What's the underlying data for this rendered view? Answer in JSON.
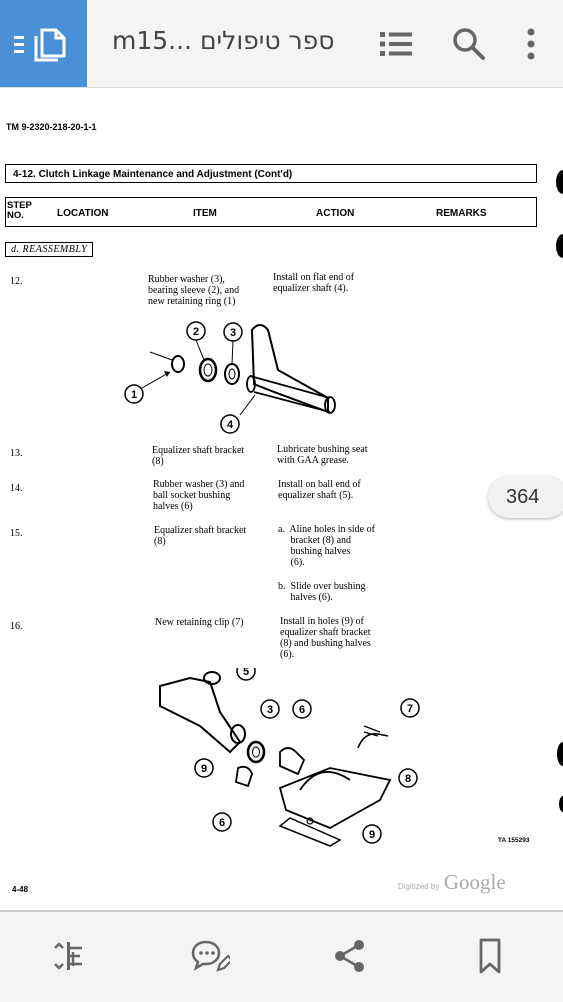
{
  "app_bar": {
    "title": "m15... ספר טיפולים",
    "icons": [
      "documents-icon",
      "list-icon",
      "search-icon",
      "more-vert-icon"
    ]
  },
  "page": {
    "tm_number": "TM 9-2320-218-20-1-1",
    "title": "4-12. Clutch Linkage Maintenance and Adjustment (Cont'd)",
    "headers": {
      "step": "STEP\nNO.",
      "location": "LOCATION",
      "item": "ITEM",
      "action": "ACTION",
      "remarks": "REMARKS"
    },
    "section": "d. REASSEMBLY",
    "steps": [
      {
        "no": "12.",
        "item": "Rubber washer (3),\nbearing sleeve (2), and\nnew retaining ring (1)",
        "action": "Install on flat end of\nequalizer shaft (4)."
      },
      {
        "no": "13.",
        "item": "Equalizer shaft bracket\n(8)",
        "action": "Lubricate bushing seat\nwith GAA grease."
      },
      {
        "no": "14.",
        "item": "Rubber washer (3) and\nball socket bushing\nhalves (6)",
        "action": "Install on ball end of\nequalizer shaft (5)."
      },
      {
        "no": "15.",
        "item": "Equalizer shaft bracket\n(8)",
        "action_a": "a.  Aline holes in side of\n     bracket (8) and\n     bushing halves\n     (6).",
        "action_b": "b.  Slide over bushing\n     halves (6)."
      },
      {
        "no": "16.",
        "item": "New retaining clip (7)",
        "action": "Install in holes (9) of\nequalizer shaft bracket\n(8) and bushing halves\n(6)."
      }
    ],
    "callouts_fig1": [
      "1",
      "2",
      "3",
      "4"
    ],
    "callouts_fig2": [
      "5",
      "3",
      "6",
      "7",
      "9",
      "8",
      "6",
      "9"
    ],
    "ta_number": "TA 155293",
    "page_number": "4-48",
    "digitized_by": "Digitized by",
    "google": "Google"
  },
  "page_badge": "364",
  "bottom_bar": {
    "icons": [
      "fit-page-icon",
      "comment-icon",
      "share-icon",
      "bookmark-icon"
    ]
  }
}
